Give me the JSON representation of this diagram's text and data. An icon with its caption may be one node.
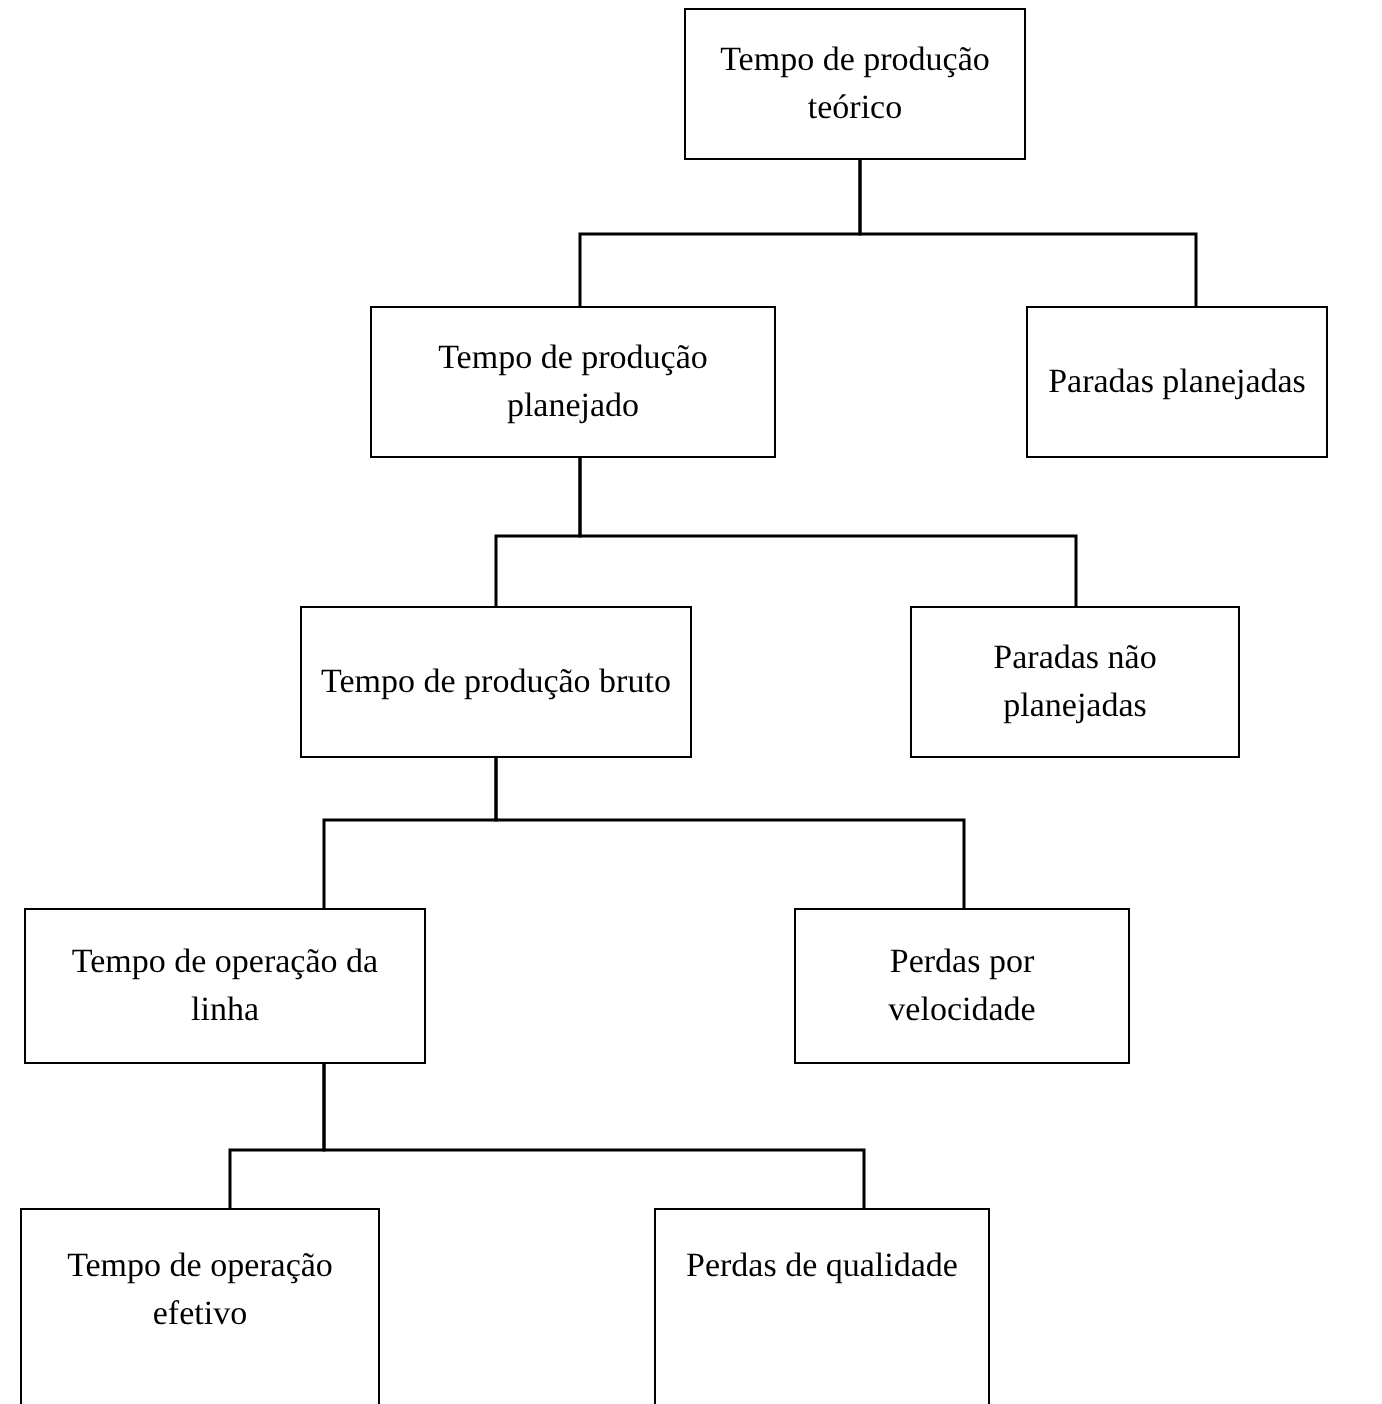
{
  "diagram": {
    "nodes": [
      {
        "text": [
          "Tempo de produção teórico"
        ]
      },
      {
        "text": [
          "Tempo de produção planejado"
        ]
      },
      {
        "text": [
          "Paradas planejadas"
        ]
      },
      {
        "text": [
          "Tempo de produção bruto"
        ]
      },
      {
        "text": [
          "Paradas não planejadas"
        ]
      },
      {
        "text": [
          "Tempo de operação da linha"
        ]
      },
      {
        "text": [
          "Perdas por velocidade"
        ]
      },
      {
        "text": [
          "Tempo de operação efetivo"
        ]
      },
      {
        "text": [
          "Perdas de qualidade"
        ]
      }
    ],
    "edges": [
      {
        "from": 0,
        "to": 1,
        "arrow": "none"
      },
      {
        "from": 0,
        "to": 2,
        "arrow": "none"
      },
      {
        "from": 1,
        "to": 3,
        "arrow": "none"
      },
      {
        "from": 1,
        "to": 4,
        "arrow": "none"
      },
      {
        "from": 3,
        "to": 5,
        "arrow": "none"
      },
      {
        "from": 3,
        "to": 6,
        "arrow": "none"
      },
      {
        "from": 5,
        "to": 7,
        "arrow": "none"
      },
      {
        "from": 5,
        "to": 8,
        "arrow": "none"
      }
    ]
  }
}
